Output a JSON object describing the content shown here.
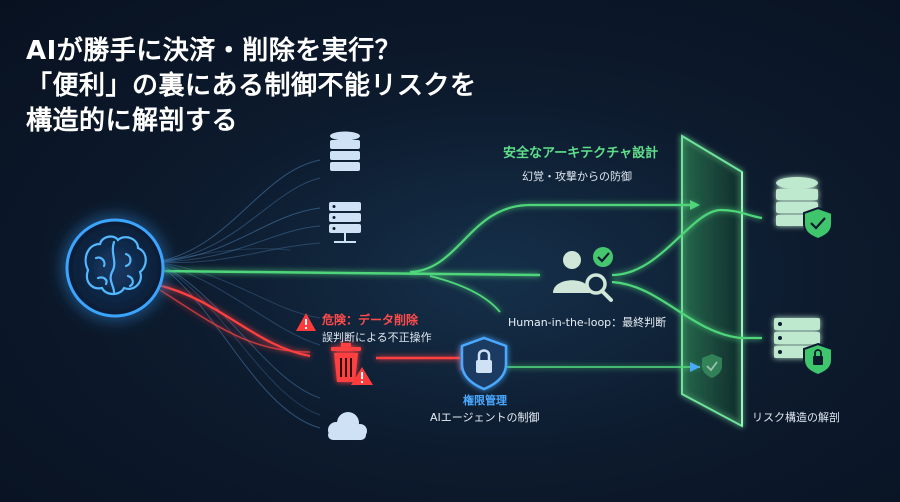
{
  "headline": {
    "line1": "AIが勝手に決済・削除を実行？",
    "line2": "「便利」の裏にある制御不能リスクを",
    "line3": "構造的に解剖する"
  },
  "labels": {
    "secure_architecture": "安全なアーキテクチャ設計",
    "secure_architecture_sub": "幻覚・攻撃からの防御",
    "danger": "危険：データ削除",
    "danger_sub": "誤判断による不正操作",
    "human_in_the_loop": "Human-in-the-loop：最終判断",
    "permission": "権限管理",
    "permission_sub": "AIエージェントの制御",
    "risk_anatomy": "リスク構造の解剖"
  },
  "colors": {
    "background": "#0d1b2e",
    "safe": "#4fd67a",
    "danger": "#ff4040",
    "permission": "#4aa8ff",
    "neutral": "#9fc0de",
    "brain": "#3aa4ff"
  },
  "icons": {
    "brain": "brain-icon",
    "database": "database-icon",
    "server": "server-icon",
    "trash": "trash-icon",
    "warning": "warning-icon",
    "cloud": "cloud-icon",
    "user_check": "user-check-icon",
    "lock_shield": "lock-shield-icon",
    "shield_check": "shield-check-icon",
    "shield_lock": "shield-lock-icon"
  }
}
